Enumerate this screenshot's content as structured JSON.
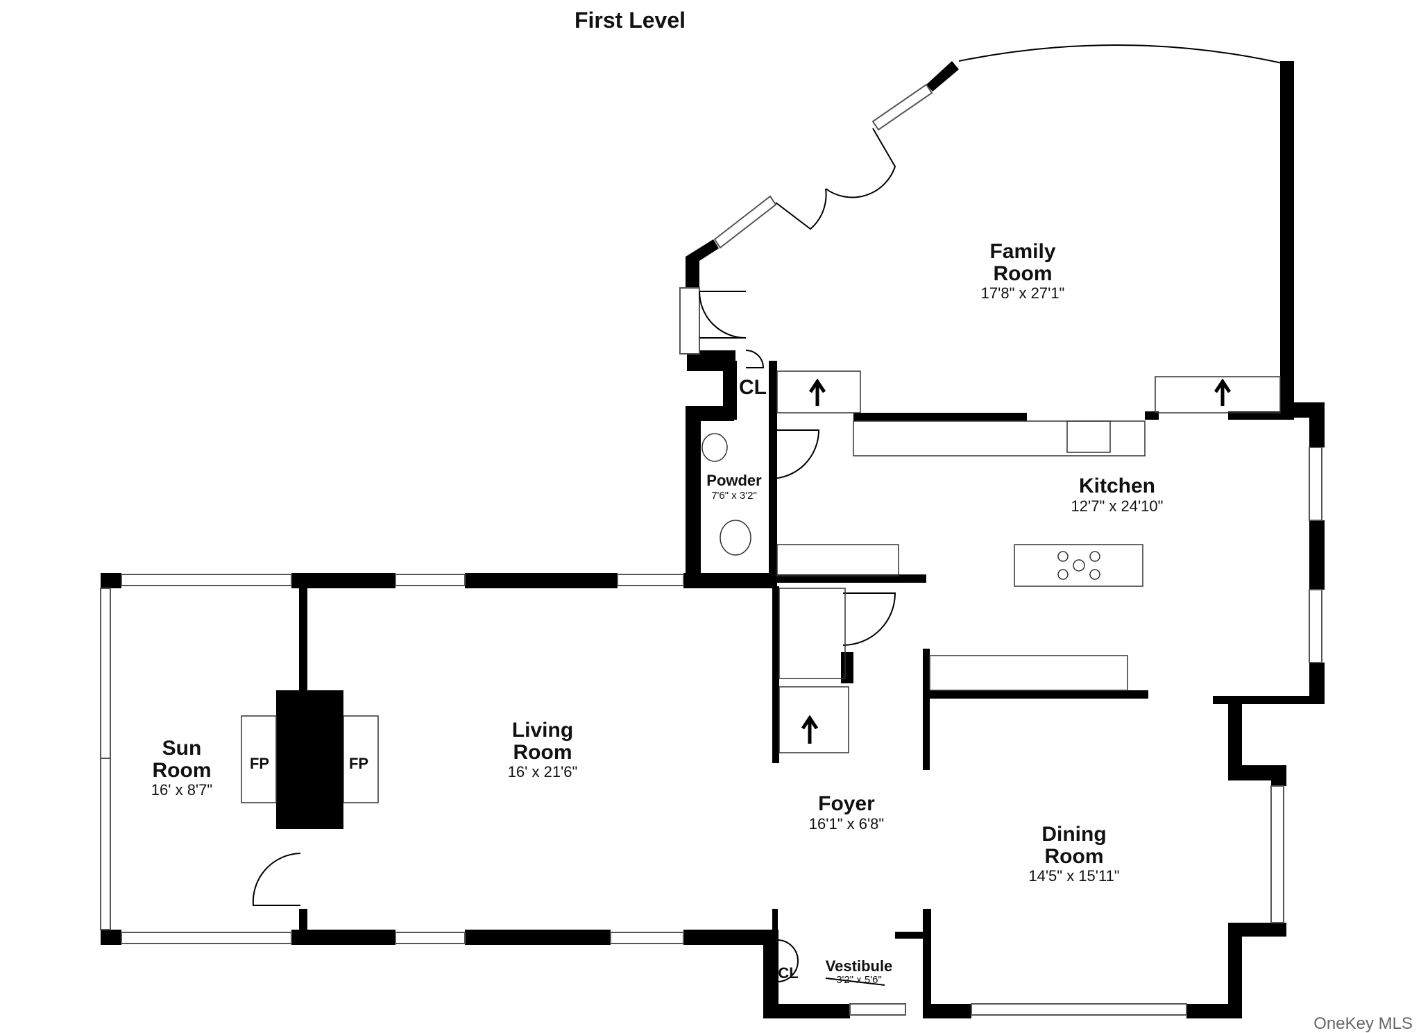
{
  "title": "First Level",
  "watermark": "OneKey MLS",
  "rooms": {
    "family": {
      "name_line1": "Family",
      "name_line2": "Room",
      "dims": "17'8\" x 27'1\""
    },
    "kitchen": {
      "name": "Kitchen",
      "dims": "12'7\" x 24'10\""
    },
    "powder": {
      "name": "Powder",
      "dims": "7'6\" x 3'2\""
    },
    "living": {
      "name_line1": "Living",
      "name_line2": "Room",
      "dims": "16' x 21'6\""
    },
    "sun": {
      "name_line1": "Sun",
      "name_line2": "Room",
      "dims": "16' x 8'7\""
    },
    "foyer": {
      "name": "Foyer",
      "dims": "16'1\" x 6'8\""
    },
    "dining": {
      "name_line1": "Dining",
      "name_line2": "Room",
      "dims": "14'5\" x 15'11\""
    },
    "vestibule": {
      "name": "Vestibule",
      "dims": "3'2\" x 5'6\""
    }
  },
  "markers": {
    "closet_upper": "CL",
    "closet_lower": "CL",
    "fireplace_left": "FP",
    "fireplace_right": "FP"
  },
  "colors": {
    "wall": "#000000",
    "window": "#ffffff",
    "background": "#ffffff"
  }
}
